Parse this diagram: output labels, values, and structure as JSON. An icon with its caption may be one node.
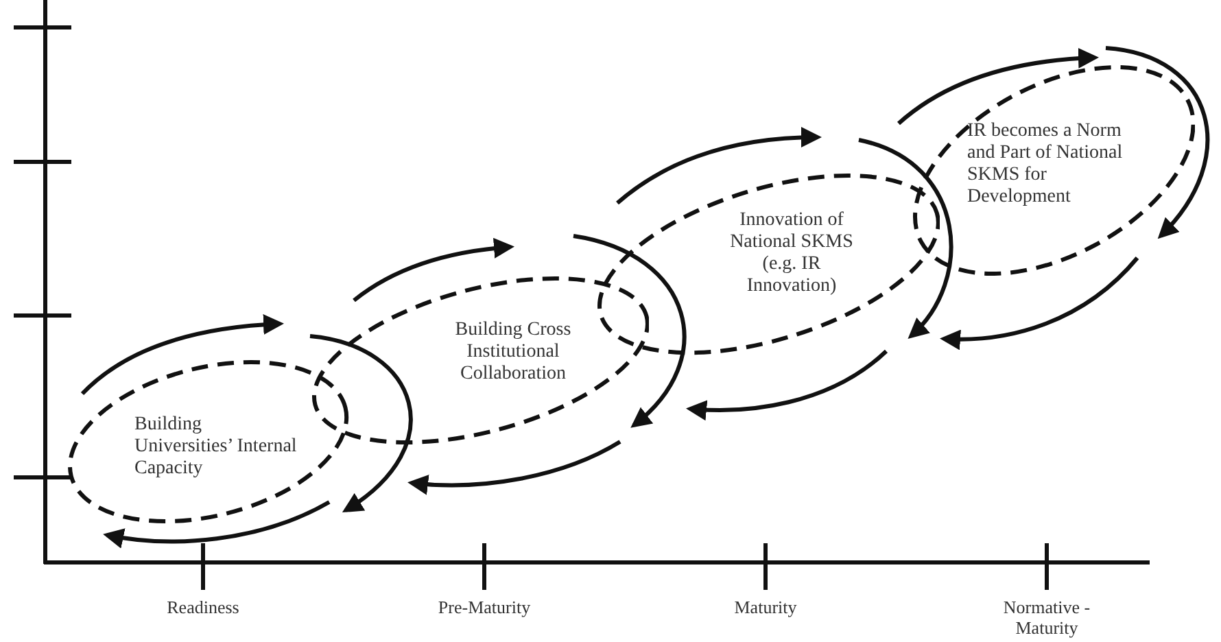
{
  "diagram": {
    "nodes": [
      {
        "text": [
          "Building Universities’ Internal Capacity"
        ]
      },
      {
        "text": [
          "Building Cross Institutional Collaboration"
        ]
      },
      {
        "text": [
          "Innovation of National SKMS (e.g. IR Innovation)"
        ]
      },
      {
        "text": [
          "IR becomes a Norm and Part of National SKMS for Development"
        ]
      }
    ],
    "edges": [],
    "labels": [
      "Readiness",
      "Pre-Maturity",
      "Maturity",
      "Normative -Maturity"
    ]
  }
}
